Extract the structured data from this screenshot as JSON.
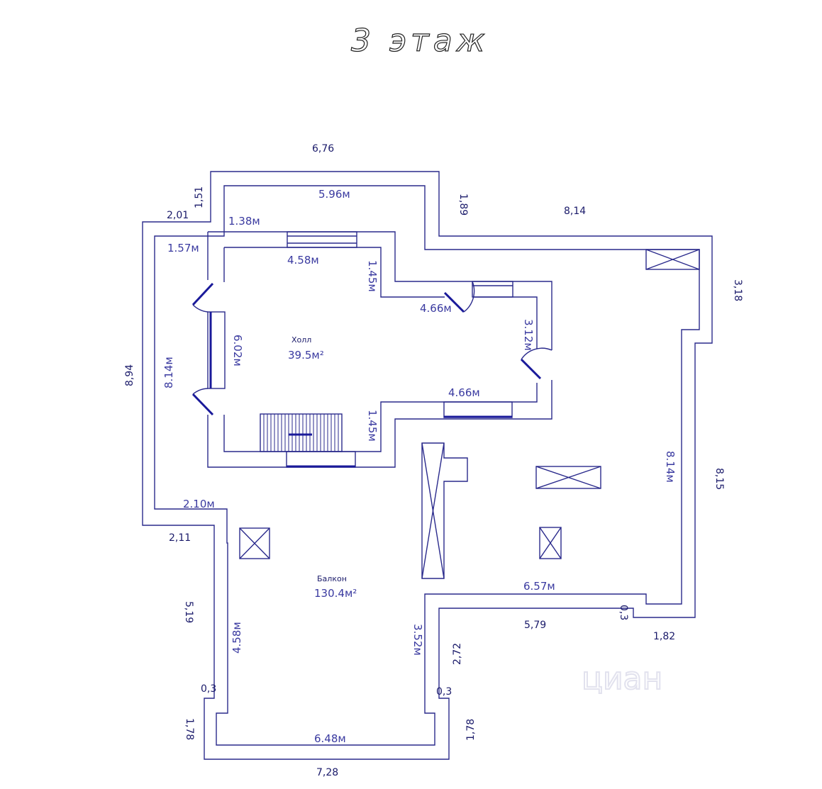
{
  "title": "3 этаж",
  "watermark": "циан",
  "rooms": [
    {
      "name": "Холл",
      "area": "39.5м²"
    },
    {
      "name": "Балкон",
      "area": "130.4м²"
    }
  ],
  "outer_dimensions": {
    "top": "6,76",
    "step_left_upper_v": "1,51",
    "step_left_upper_h": "2,01",
    "right_step_v": "1,89",
    "top_right": "8,14",
    "right_upper": "3,18",
    "left": "8,94",
    "right_lower": "8,15",
    "left_step": "2,11",
    "balcony_left": "5,19",
    "left_niche_w": "0,3",
    "left_niche_h": "1,78",
    "bottom": "7,28",
    "right_niche_w": "0,3",
    "right_niche_h": "1,78",
    "inner_step_v": "2,72",
    "bottom_mid": "5,79",
    "notch_v": "0,3",
    "bottom_right": "1,82"
  },
  "inner_dimensions": {
    "top": "5.96м",
    "top_left": "1.38м",
    "left_upper": "1.57м",
    "hall_top": "4.58м",
    "hall_step_upper": "1.45м",
    "hall_right_top": "4.66м",
    "hall_right": "3.12м",
    "hall_left": "6.02м",
    "left_long": "8.14м",
    "hall_right_bottom": "4.66м",
    "hall_step_lower": "1.45м",
    "right_long": "8.14м",
    "left_mid": "2.10м",
    "balcony_bottom_right": "6.57м",
    "balcony_left": "4.58м",
    "balcony_right": "3.52м",
    "balcony_bottom": "6.48м"
  },
  "colors": {
    "line": "#2a2a8c",
    "text": "#1a1a6a"
  }
}
